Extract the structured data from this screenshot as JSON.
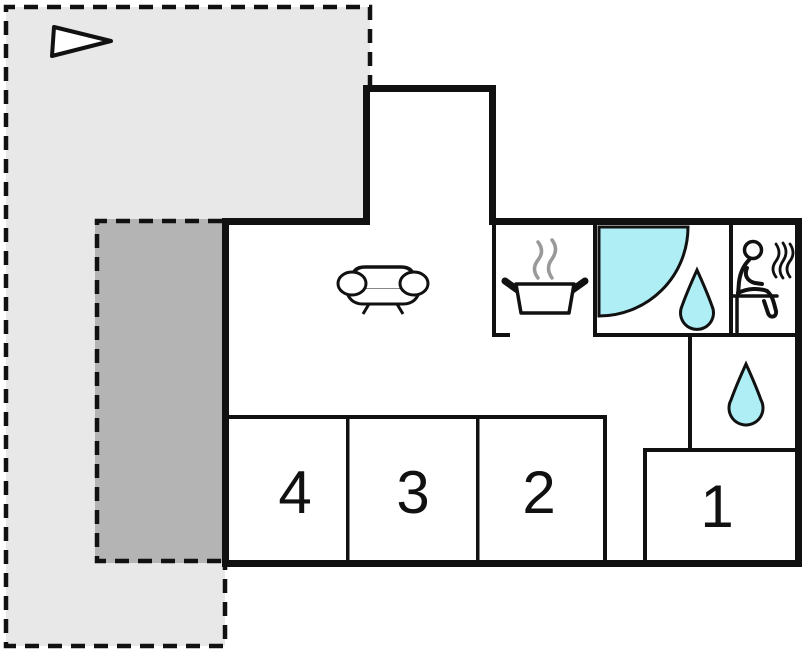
{
  "plan": {
    "title": "holiday-home-floor-plan",
    "rooms": [
      {
        "id": "bedroom-4",
        "label": "4"
      },
      {
        "id": "bedroom-3",
        "label": "3"
      },
      {
        "id": "bedroom-2",
        "label": "2"
      },
      {
        "id": "room-1",
        "label": "1"
      }
    ],
    "icons": [
      "north-arrow-icon",
      "sofa-icon",
      "stove-icon",
      "shower-icon",
      "water-drop-icon",
      "sauna-icon",
      "toilet-drop-icon"
    ],
    "areas": [
      "garden-terrace",
      "covered-terrace",
      "living-room",
      "kitchen",
      "shower-room",
      "sauna",
      "wc",
      "hallway"
    ],
    "colors": {
      "terrace_light": "#e8e8e8",
      "terrace_dark": "#b4b4b4",
      "water_accent": "#b0eef6",
      "wall": "#111111",
      "steam_gray": "#999999"
    }
  }
}
